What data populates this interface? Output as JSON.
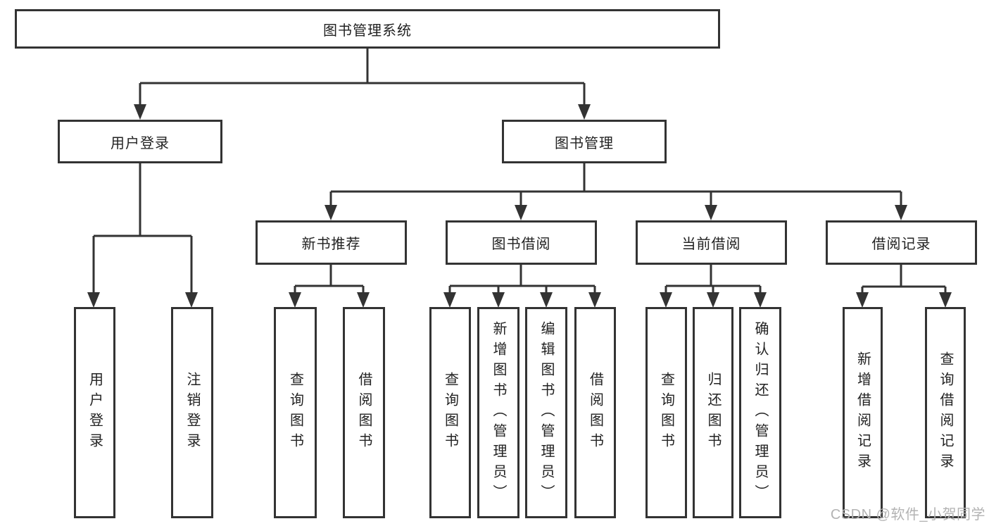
{
  "diagram": {
    "root": {
      "label": "图书管理系统"
    },
    "level2": [
      {
        "label": "用户登录"
      },
      {
        "label": "图书管理"
      }
    ],
    "level3": [
      {
        "label": "新书推荐"
      },
      {
        "label": "图书借阅"
      },
      {
        "label": "当前借阅"
      },
      {
        "label": "借阅记录"
      }
    ],
    "leaves": {
      "login": [
        "用户登录",
        "注销登录"
      ],
      "recommend": [
        "查询图书",
        "借阅图书"
      ],
      "borrow": [
        "查询图书",
        "新增图书（管理员）",
        "编辑图书（管理员）",
        "借阅图书"
      ],
      "current": [
        "查询图书",
        "归还图书",
        "确认归还（管理员）"
      ],
      "records": [
        "新增借阅记录",
        "查询借阅记录"
      ]
    }
  },
  "watermark": {
    "text": "CSDN @软件_小贺同学"
  },
  "colors": {
    "line": "#333333",
    "border": "#333333",
    "text": "#222222",
    "background": "#ffffff",
    "watermark": "#b3b3b3"
  }
}
